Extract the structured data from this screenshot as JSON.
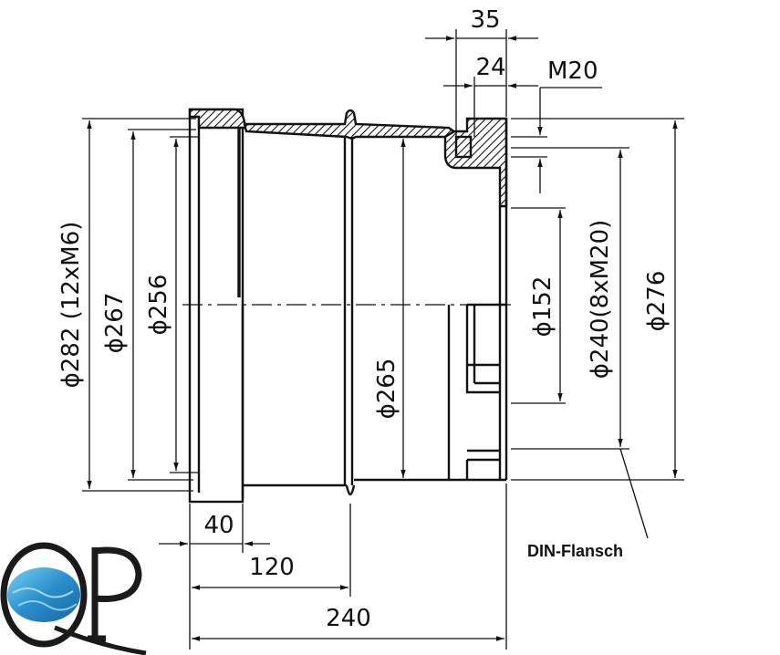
{
  "dimensions": {
    "d282": "ϕ282 (12xM6)",
    "d267": "ϕ267",
    "d256": "ϕ256",
    "d265": "ϕ265",
    "d152": "ϕ152",
    "d240": "ϕ240(8xM20)",
    "d276": "ϕ276",
    "w35": "35",
    "w24": "24",
    "thread": "M20",
    "w40": "40",
    "w120": "120",
    "w240": "240"
  },
  "annotation": "DIN-Flansch",
  "logo": {
    "text": "QP",
    "color": "#1a1a1a",
    "water_color": "#1e88c8"
  }
}
